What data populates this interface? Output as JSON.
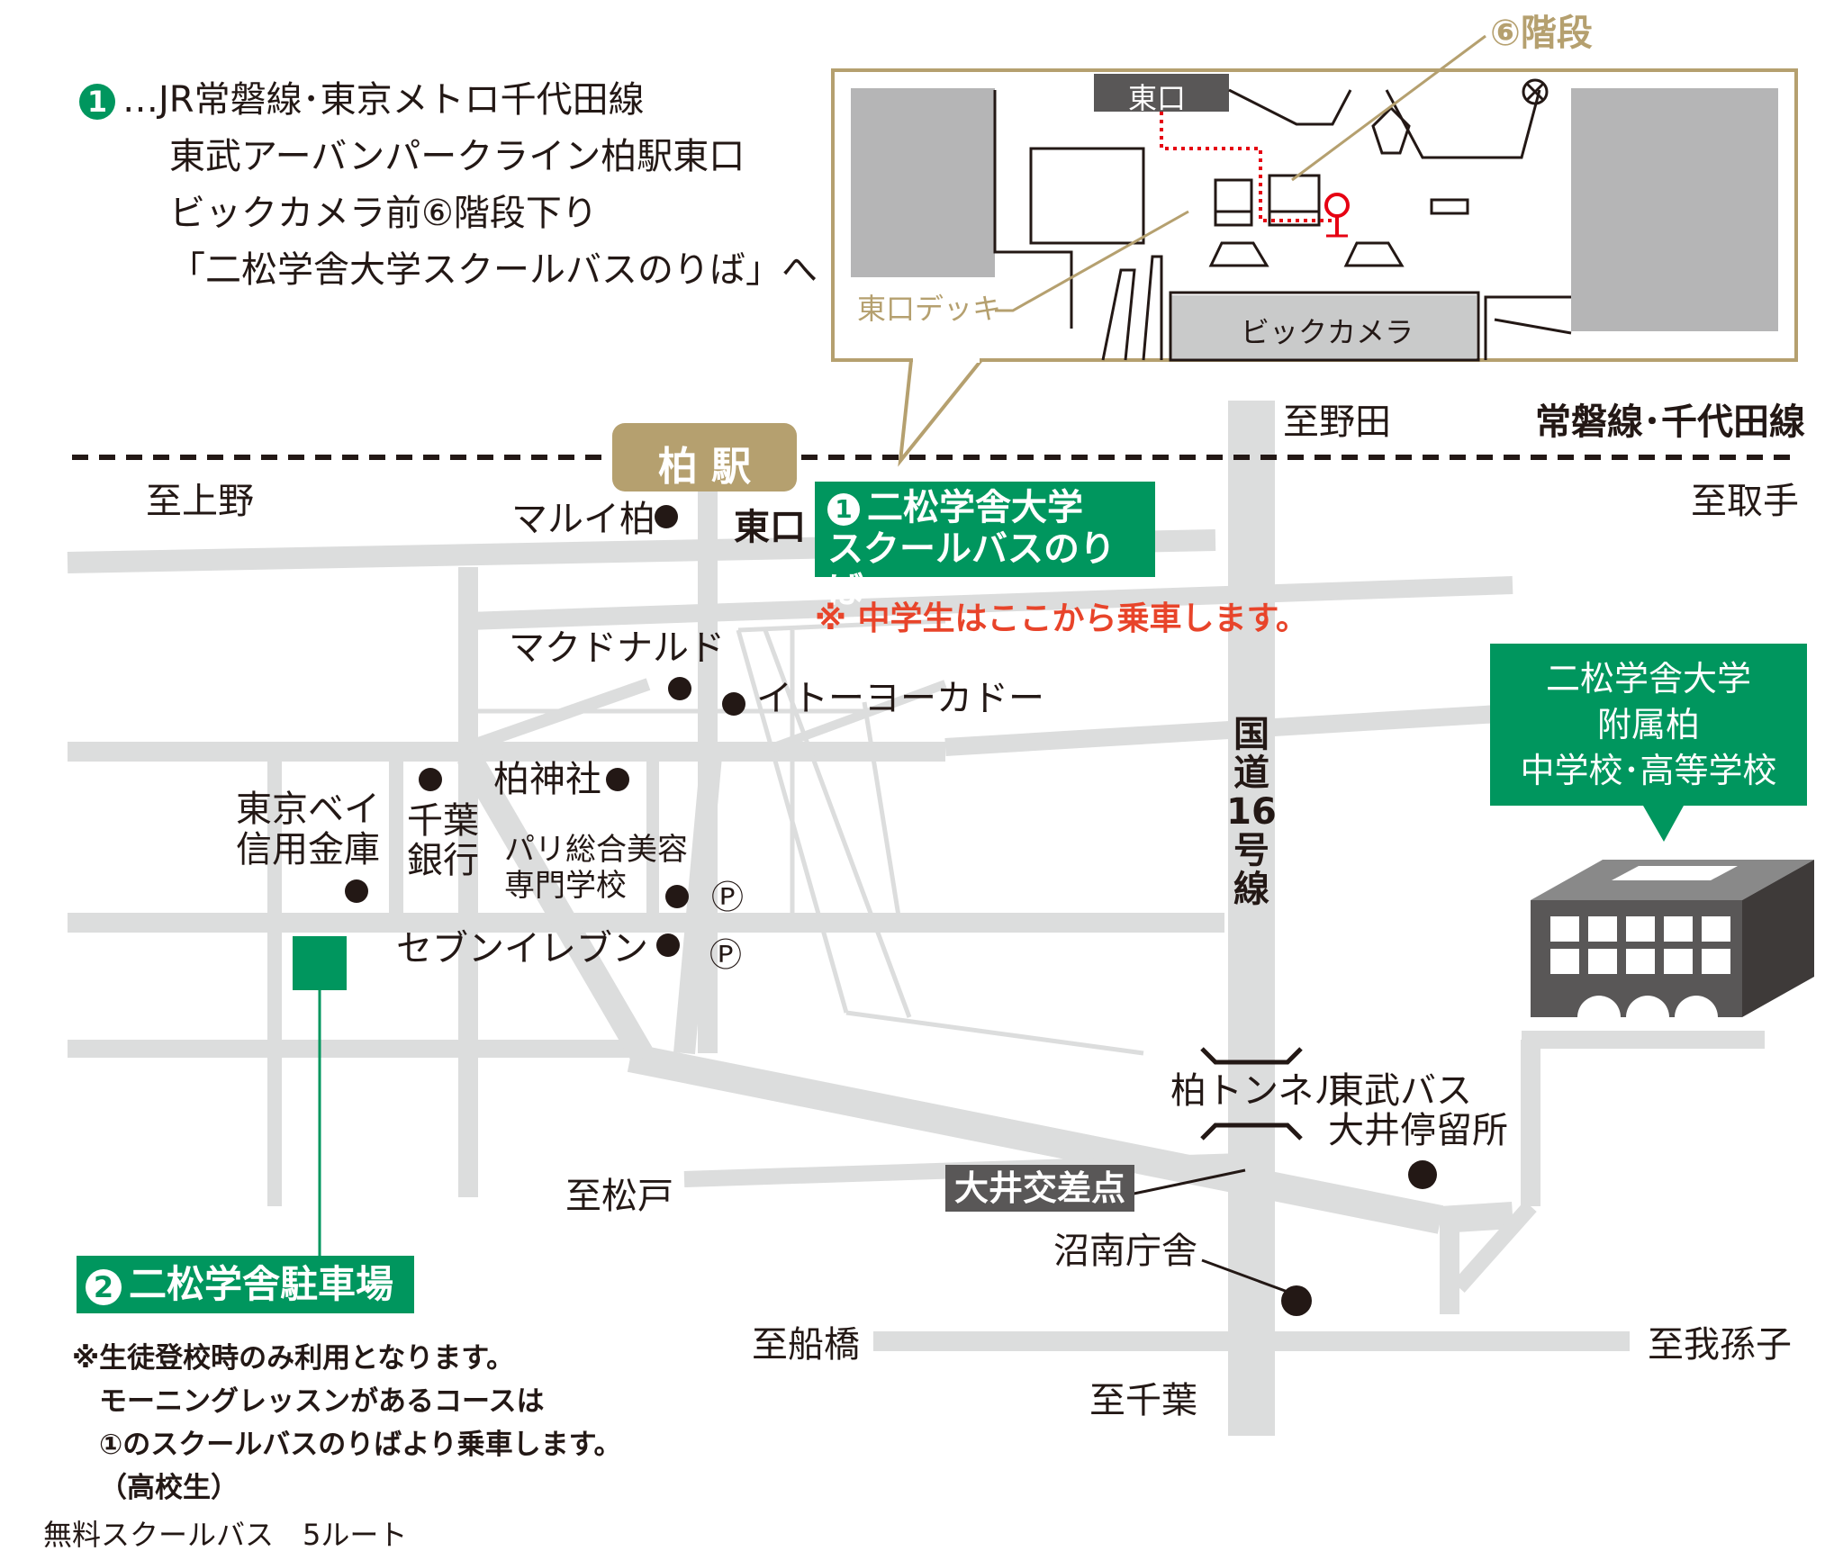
{
  "legend": {
    "marker": "1",
    "lines": [
      "…JR常磐線･東京メトロ千代田線",
      "東武アーバンパークライン柏駅東口",
      "ビックカメラ前⑥階段下り",
      "「二松学舎大学スクールバスのりば」へ"
    ]
  },
  "inset": {
    "stairs_label": "⑥階段",
    "east_exit": "東口",
    "deck_label": "東口デッキ",
    "store_label": "ビックカメラ"
  },
  "station": {
    "name": "柏 駅",
    "exit": "東口"
  },
  "directions": {
    "ueno": "至上野",
    "noda": "至野田",
    "toride": "至取手",
    "matsudo": "至松戸",
    "funabashi": "至船橋",
    "abiko": "至我孫子",
    "chiba": "至千葉"
  },
  "railway": {
    "name": "常磐線･千代田線"
  },
  "busstop": {
    "number": "1",
    "line1": "二松学舎大学",
    "line2": "スクールバスのりば",
    "note": "※ 中学生はここから乗車します。"
  },
  "school": {
    "line1": "二松学舎大学",
    "line2": "附属柏",
    "line3": "中学校･高等学校"
  },
  "landmarks": {
    "marui": "マルイ柏",
    "mcdonalds": "マクドナルド",
    "itoyokado": "イトーヨーカドー",
    "shrine": "柏神社",
    "bank_chiba_1": "千葉",
    "bank_chiba_2": "銀行",
    "tokyobay_1": "東京ベイ",
    "tokyobay_2": "信用金庫",
    "paris_1": "パリ総合美容",
    "paris_2": "専門学校",
    "seven": "セブンイレブン",
    "parking1": "Ⓟ",
    "parking2": "Ⓟ",
    "tunnel": "柏トンネル",
    "tobu_bus_1": "東武バス",
    "tobu_bus_2": "大井停留所",
    "ooi_crossing": "大井交差点",
    "shonan": "沼南庁舎"
  },
  "route16": {
    "chars": [
      "国",
      "道",
      "16",
      "号",
      "線"
    ]
  },
  "parking_lot": {
    "number": "2",
    "label": "二松学舎駐車場",
    "notes": [
      "※生徒登校時のみ利用となります。",
      "モーニングレッスンがあるコースは",
      "①のスクールバスのりばより乗車します。",
      "（高校生）"
    ]
  },
  "caption": "無料スクールバス　5ルート",
  "colors": {
    "road": "#dcdddd",
    "green": "#00965e",
    "gold": "#b5a06f",
    "dark": "#595757",
    "red": "#e8442a",
    "pin": "#e60012"
  }
}
